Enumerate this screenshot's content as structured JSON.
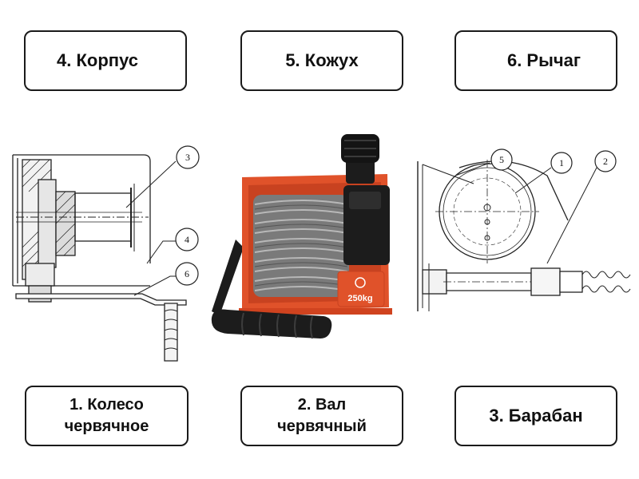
{
  "labels": {
    "top": {
      "housing": "4. Корпус",
      "casing": "5. Кожух",
      "lever": "6. Рычаг"
    },
    "bottom": {
      "worm_wheel": "1. Колесо\nчервячное",
      "worm_shaft": "2. Вал\nчервячный",
      "drum": "3. Барабан"
    }
  },
  "left_drawing": {
    "callouts": [
      "3",
      "4",
      "6"
    ]
  },
  "right_drawing": {
    "callouts": [
      "5",
      "1",
      "2"
    ]
  },
  "photo": {
    "capacity_badge": "250kg"
  },
  "colors": {
    "winch_orange": "#e0522a",
    "winch_black": "#1c1c1c",
    "cable_gray": "#8a8a8a",
    "line_dark": "#222222"
  }
}
